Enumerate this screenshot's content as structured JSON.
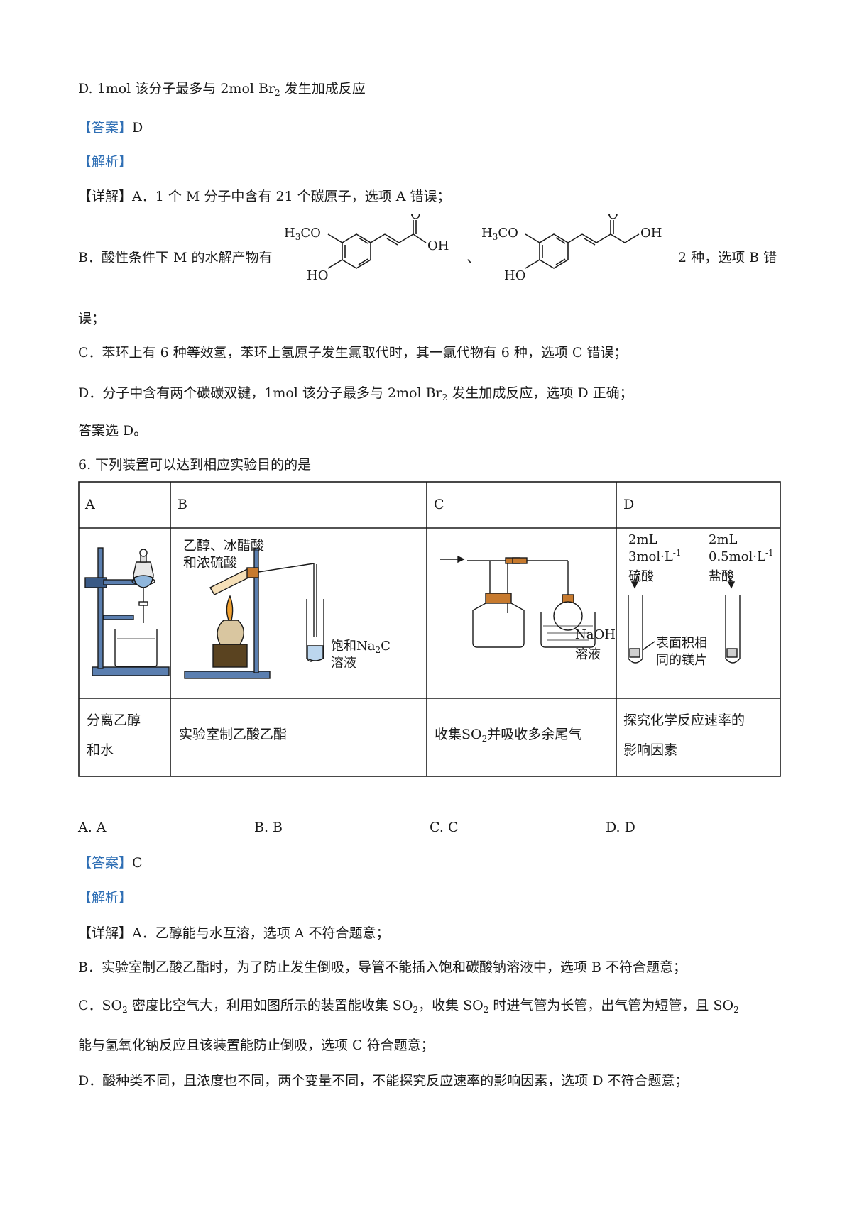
{
  "q5": {
    "optD_prefix": "D. ",
    "optD_1": "1mol 该分子最多与 2mol Br",
    "optD_sub": "2",
    "optD_2": " 发生加成反应",
    "answer_label": "【答案】",
    "answer": "D",
    "analysis_label": "【解析】",
    "detail_label": "【详解】",
    "detail_A": "A．1 个 M 分子中含有 21 个碳原子，选项 A 错误；",
    "detail_B_1": "B．酸性条件下 M 的水解产物有",
    "detail_B_sep": "、",
    "detail_B_2": "2 种，选项 B 错",
    "detail_B_3": "误；",
    "detail_C": "C．苯环上有 6 种等效氢，苯环上氢原子发生氯取代时，其一氯代物有 6 种，选项 C 错误；",
    "detail_D_1": "D．分子中含有两个碳碳双键，1mol 该分子最多与 2mol Br",
    "detail_D_sub": "2",
    "detail_D_2": " 发生加成反应，选项 D 正确；",
    "conclusion": "答案选 D。",
    "mol1": {
      "h3co": "H",
      "h3co_sub": "3",
      "h3co_2": "CO",
      "ho": "HO",
      "o": "O",
      "oh": "OH"
    },
    "mol2": {
      "h3co": "H",
      "h3co_sub": "3",
      "h3co_2": "CO",
      "ho": "HO",
      "o": "O",
      "oh": "OH"
    }
  },
  "q6": {
    "stem": "6. 下列装置可以达到相应实验目的的是",
    "headers": [
      "A",
      "B",
      "C",
      "D"
    ],
    "labels": {
      "b_reagent_1": "乙醇、冰醋酸",
      "b_reagent_2": "和浓硫酸",
      "b_sat_1": "饱和Na",
      "b_sat_sub": "2",
      "b_sat_2": "C",
      "b_sat_3": "溶液",
      "c_naoh_1": "NaOH",
      "c_naoh_2": "溶液",
      "d_left_1": "2mL",
      "d_left_2": "3mol·L",
      "d_left_sup": "-1",
      "d_left_3": "硫酸",
      "d_right_1": "2mL",
      "d_right_2": "0.5mol·L",
      "d_right_sup": "-1",
      "d_right_3": "盐酸",
      "d_mg_1": "表面积相",
      "d_mg_2": "同的镁片"
    },
    "purposes": {
      "a_1": "分离乙醇",
      "a_2": "和水",
      "b": "实验室制乙酸乙酯",
      "c_1": "收集SO",
      "c_sub": "2",
      "c_2": "并吸收多余尾气",
      "d_1": "探究化学反应速率的",
      "d_2": "影响因素"
    },
    "options": [
      "A. A",
      "B. B",
      "C. C",
      "D. D"
    ],
    "answer_label": "【答案】",
    "answer": "C",
    "analysis_label": "【解析】",
    "detail_label": "【详解】",
    "detail_A": "A．乙醇能与水互溶，选项 A 不符合题意；",
    "detail_B": "B．实验室制乙酸乙酯时，为了防止发生倒吸，导管不能插入饱和碳酸钠溶液中，选项 B 不符合题意；",
    "detail_C_1": "C．SO",
    "detail_C_sub1": "2",
    "detail_C_2": " 密度比空气大，利用如图所示的装置能收集 SO",
    "detail_C_sub2": "2",
    "detail_C_3": "，收集 SO",
    "detail_C_sub3": "2",
    "detail_C_4": " 时进气管为长管，出气管为短管，且 SO",
    "detail_C_sub4": "2",
    "detail_C_5": "能与氢氧化钠反应且该装置能防止倒吸，选项 C 符合题意；",
    "detail_D": "D．酸种类不同，且浓度也不同，两个变量不同，不能探究反应速率的影响因素，选项 D 不符合题意；"
  }
}
